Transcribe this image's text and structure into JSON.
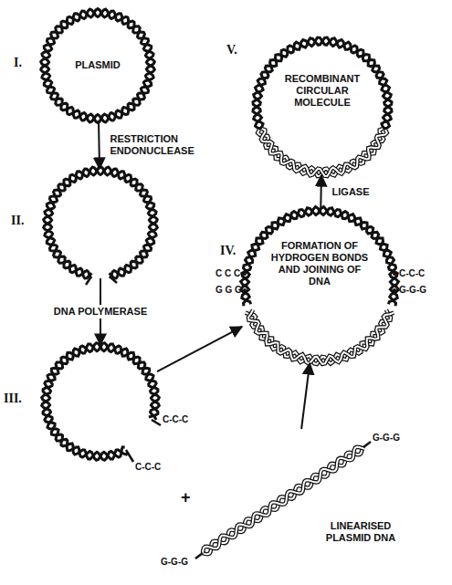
{
  "diagram": {
    "nodes": [
      {
        "text": [
          "I.",
          "PLASMID"
        ]
      },
      {
        "text": [
          "II."
        ]
      },
      {
        "text": [
          "III."
        ]
      },
      {
        "text": [
          "LINEARISED PLASMID DNA"
        ]
      },
      {
        "text": [
          "IV.",
          "FORMATION OF HYDROGEN BONDS AND JOINING OF DNA"
        ]
      },
      {
        "text": [
          "V.",
          "RECOMBINANT CIRCULAR MOLECULE"
        ]
      }
    ],
    "edges": [
      {
        "from": 0,
        "to": 1,
        "label": "RESTRICTION ENDONUCLEASE",
        "arrow": "to"
      },
      {
        "from": 1,
        "to": 2,
        "label": "DNA POLYMERASE",
        "arrow": "to"
      },
      {
        "from": 2,
        "to": 4,
        "arrow": "to"
      },
      {
        "from": 3,
        "to": 4,
        "arrow": "to"
      },
      {
        "from": 4,
        "to": 5,
        "label": "LIGASE",
        "arrow": "to"
      }
    ],
    "labels": [
      "+",
      "C-C-C",
      "C-C-C",
      "G-G-G",
      "G-G-G",
      "C C C",
      "G G G",
      "C-C-C",
      "G-G-G"
    ]
  }
}
